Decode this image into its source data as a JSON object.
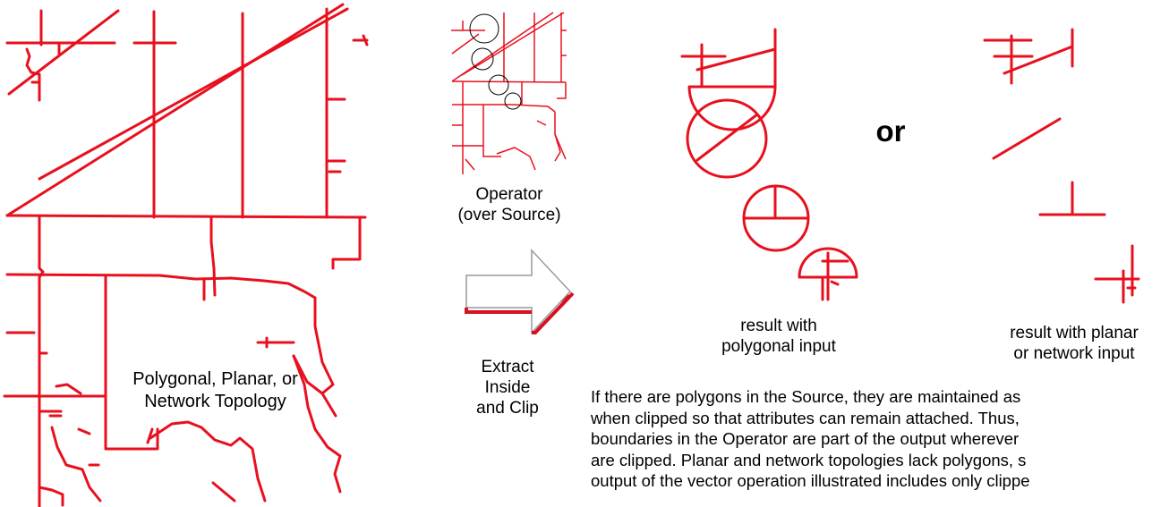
{
  "labels": {
    "source_map": "Polygonal, Planar, or\nNetwork Topology",
    "operator": "Operator\n(over Source)",
    "action": "Extract\nInside\nand Clip",
    "or_word": "or",
    "result_polygonal": "result with\npolygonal input",
    "result_planar": "result with planar\nor network input"
  },
  "explanation": [
    "If there are polygons in the Source, they are maintained as",
    "when clipped so that attributes can remain attached.  Thus,",
    "boundaries in the Operator are part of the output wherever",
    "are clipped.  Planar and network topologies lack polygons, s",
    "output of the vector operation illustrated includes only clippe"
  ],
  "colors": {
    "line": "#e8101e",
    "text": "#000000",
    "arrow_outline": "#999999"
  }
}
